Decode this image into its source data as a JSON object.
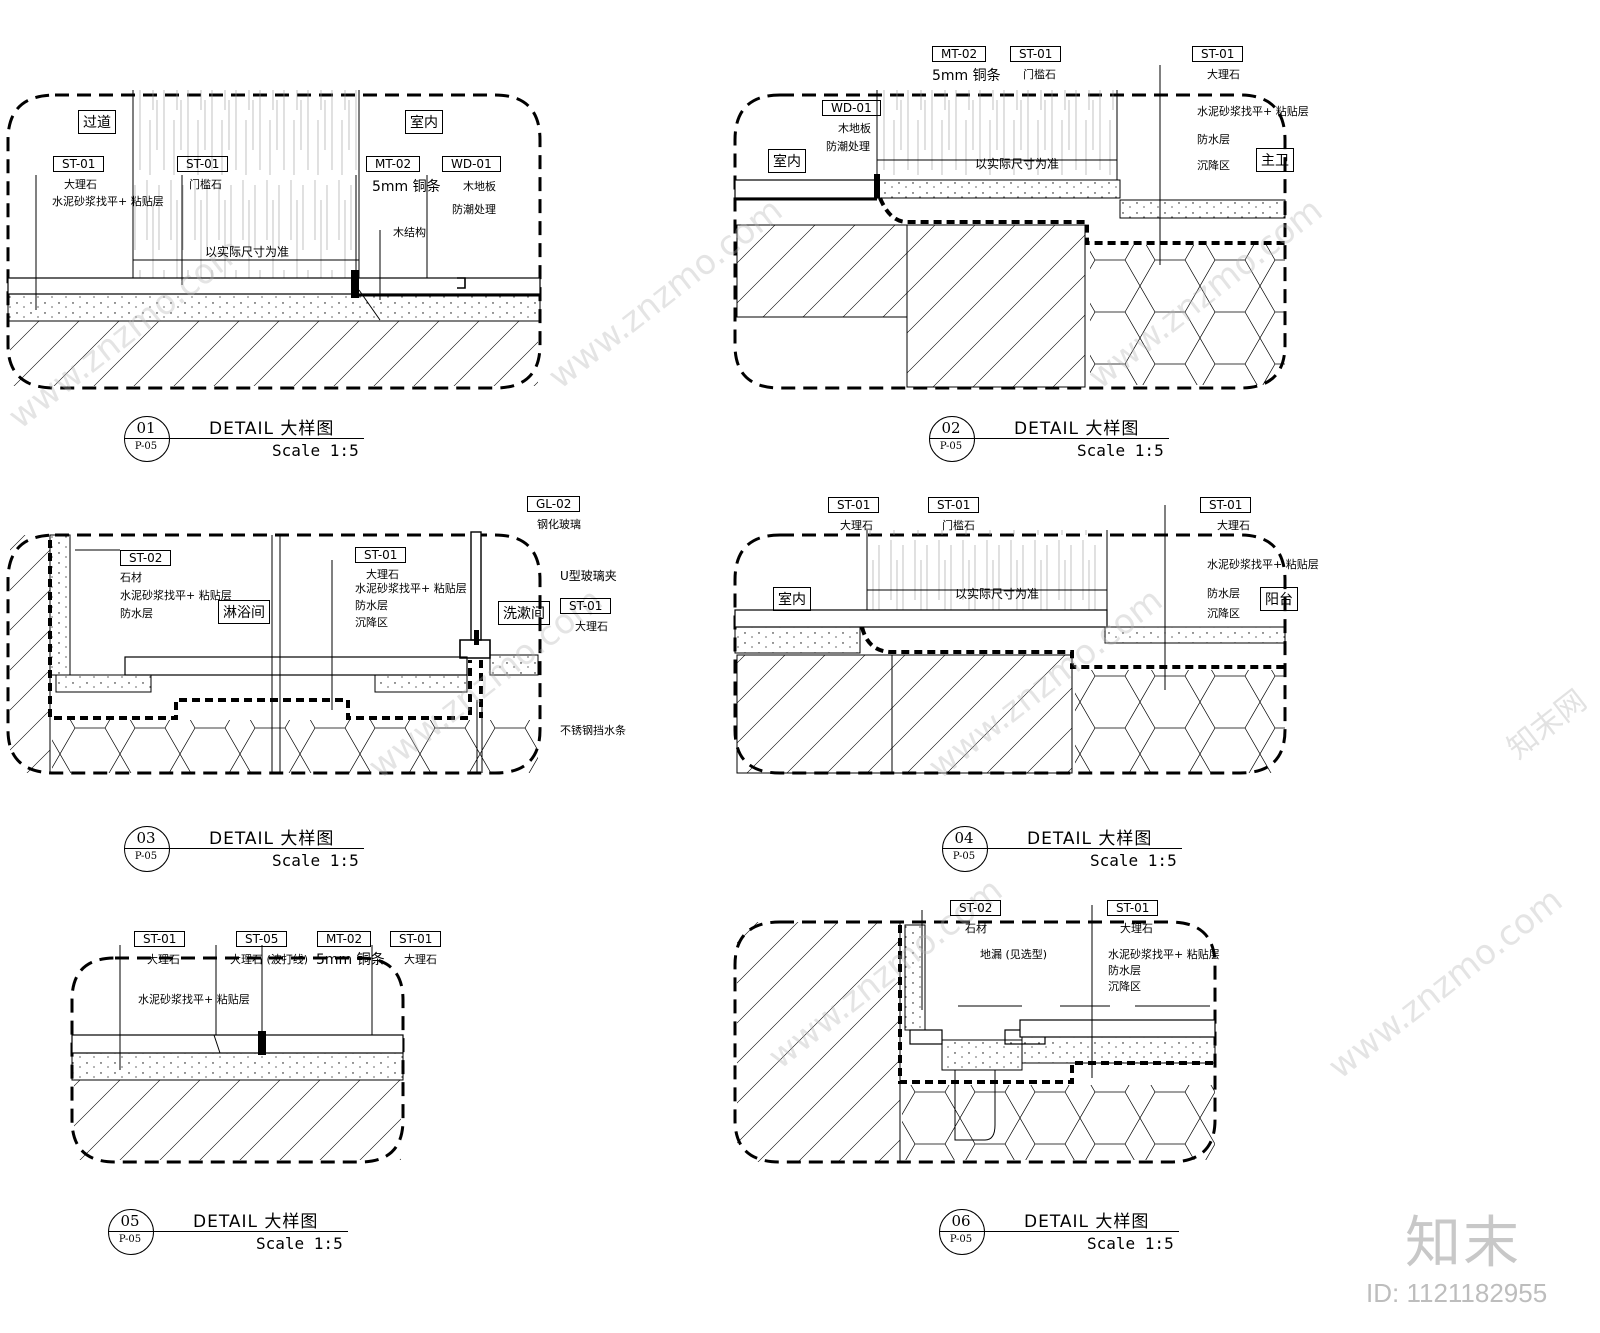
{
  "details": [
    {
      "num": "01",
      "sheet": "P-05",
      "title": "DETAIL 大样图",
      "scale": "Scale 1:5",
      "rooms": [
        "过道",
        "室内"
      ],
      "tags": [
        {
          "code": "ST-01",
          "desc": "大理石",
          "desc2": "水泥砂浆找平+ 粘贴层"
        },
        {
          "code": "ST-01",
          "desc": "门槛石"
        },
        {
          "code": "MT-02",
          "desc": "5mm 铜条"
        },
        {
          "code": "WD-01",
          "desc": "木地板",
          "desc2": "防潮处理"
        }
      ],
      "notes": [
        "以实际尺寸为准",
        "木结构"
      ]
    },
    {
      "num": "02",
      "sheet": "P-05",
      "title": "DETAIL 大样图",
      "scale": "Scale 1:5",
      "rooms": [
        "室内",
        "主卫"
      ],
      "tags": [
        {
          "code": "MT-02",
          "desc": "5mm 铜条"
        },
        {
          "code": "ST-01",
          "desc": "门槛石"
        },
        {
          "code": "ST-01",
          "desc": "大理石"
        },
        {
          "code": "WD-01",
          "desc": "木地板",
          "desc2": "防潮处理"
        }
      ],
      "notes": [
        "以实际尺寸为准",
        "水泥砂浆找平+ 粘贴层",
        "防水层",
        "沉降区"
      ]
    },
    {
      "num": "03",
      "sheet": "P-05",
      "title": "DETAIL 大样图",
      "scale": "Scale 1:5",
      "rooms": [
        "淋浴间",
        "洗漱间"
      ],
      "tags": [
        {
          "code": "GL-02",
          "desc": "钢化玻璃"
        },
        {
          "code": "ST-02",
          "desc": "石材",
          "desc2": "水泥砂浆找平+ 粘贴层",
          "desc3": "防水层"
        },
        {
          "code": "ST-01",
          "desc": "大理石",
          "desc2": "水泥砂浆找平+ 粘贴层",
          "desc3": "防水层",
          "desc4": "沉降区"
        },
        {
          "code": "ST-01",
          "desc": "大理石"
        }
      ],
      "notes": [
        "U型玻璃夹",
        "不锈钢挡水条"
      ]
    },
    {
      "num": "04",
      "sheet": "P-05",
      "title": "DETAIL 大样图",
      "scale": "Scale 1:5",
      "rooms": [
        "室内",
        "阳台"
      ],
      "tags": [
        {
          "code": "ST-01",
          "desc": "大理石"
        },
        {
          "code": "ST-01",
          "desc": "门槛石"
        },
        {
          "code": "ST-01",
          "desc": "大理石"
        }
      ],
      "notes": [
        "以实际尺寸为准",
        "水泥砂浆找平+ 粘贴层",
        "防水层",
        "沉降区"
      ]
    },
    {
      "num": "05",
      "sheet": "P-05",
      "title": "DETAIL 大样图",
      "scale": "Scale 1:5",
      "tags": [
        {
          "code": "ST-01",
          "desc": "大理石"
        },
        {
          "code": "ST-05",
          "desc": "大理石 (波打线)"
        },
        {
          "code": "MT-02",
          "desc": "5mm 铜条"
        },
        {
          "code": "ST-01",
          "desc": "大理石"
        }
      ],
      "notes": [
        "水泥砂浆找平+ 粘贴层"
      ]
    },
    {
      "num": "06",
      "sheet": "P-05",
      "title": "DETAIL 大样图",
      "scale": "Scale 1:5",
      "tags": [
        {
          "code": "ST-02",
          "desc": "石材"
        },
        {
          "code": "ST-01",
          "desc": "大理石"
        }
      ],
      "notes": [
        "地漏 (见选型)",
        "水泥砂浆找平+ 粘贴层",
        "防水层",
        "沉降区"
      ]
    }
  ],
  "watermark": {
    "text": "www.znzmo.com",
    "brand": "知末网",
    "logo": "知末",
    "id": "ID: 1121182955"
  }
}
